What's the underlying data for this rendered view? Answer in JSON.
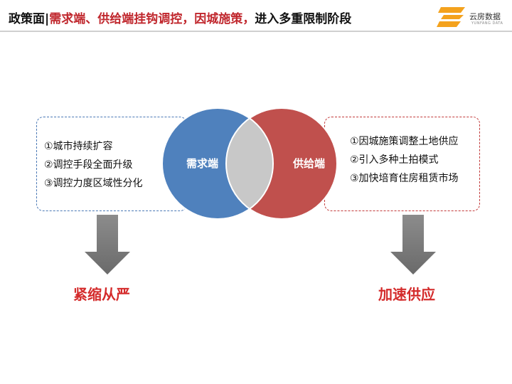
{
  "title": {
    "part1": "政策面|",
    "part2": "需求端、供给端挂钩调控，因城施策，",
    "part3": "进入多重限制阶段"
  },
  "logo": {
    "name_cn": "云房数据",
    "name_en": "YUNFANG DATA"
  },
  "venn": {
    "demand_label": "需求端",
    "supply_label": "供给端",
    "colors": {
      "demand": "#4f81bd",
      "supply": "#c0504d",
      "overlap": "#c8c8c8"
    }
  },
  "demand_items": [
    "①城市持续扩容",
    "②调控手段全面升级",
    "③调控力度区域性分化"
  ],
  "supply_items": [
    "①因城施策调整土地供应",
    "②引入多种土拍模式",
    "③加快培育住房租赁市场"
  ],
  "results": {
    "demand": "紧缩从严",
    "supply": "加速供应"
  }
}
